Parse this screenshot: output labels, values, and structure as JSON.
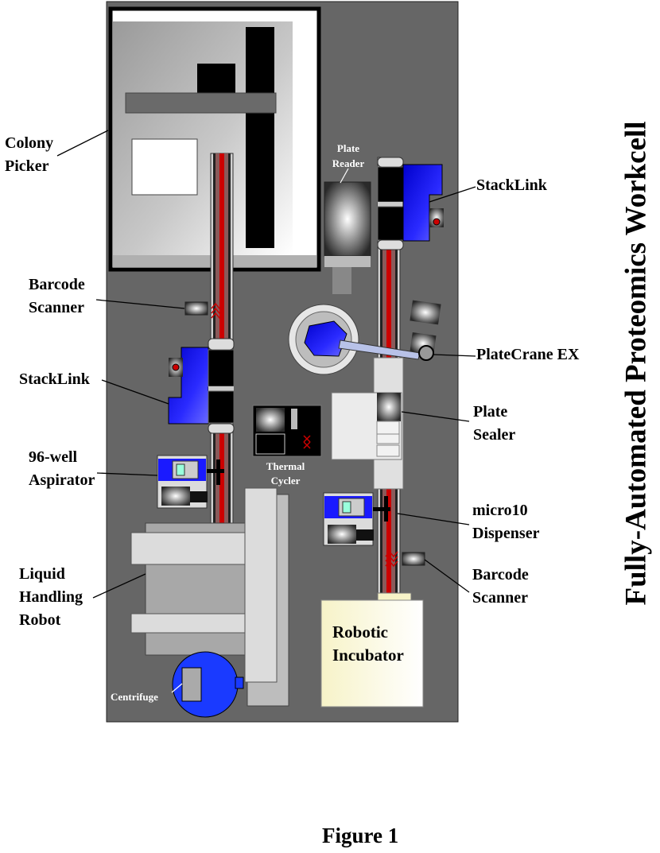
{
  "title": "Fully-Automated Proteomics Workcell",
  "caption": "Figure 1",
  "labels": {
    "colony_picker": [
      "Colony",
      "Picker"
    ],
    "barcode_scanner_left": [
      "Barcode",
      "Scanner"
    ],
    "stacklink_left": "StackLink",
    "aspirator": [
      "96-well",
      "Aspirator"
    ],
    "liquid_handling": [
      "Liquid",
      "Handling",
      "Robot"
    ],
    "stacklink_right": "StackLink",
    "platecrane": "PlateCrane EX",
    "plate_sealer": [
      "Plate",
      "Sealer"
    ],
    "dispenser": [
      "micro10",
      "Dispenser"
    ],
    "barcode_scanner_right": [
      "Barcode",
      "Scanner"
    ],
    "plate_reader": [
      "Plate",
      "Reader"
    ],
    "thermal_cycler": [
      "Thermal",
      "Cycler"
    ],
    "centrifuge": "Centrifuge",
    "incubator": [
      "Robotic",
      "Incubator"
    ]
  },
  "colors": {
    "deck": "#666666",
    "rail_red": "#cc0000",
    "stacklink_blue": "#1a1aff",
    "centrifuge_blue": "#1a3aff",
    "incubator": "#fffde8"
  }
}
